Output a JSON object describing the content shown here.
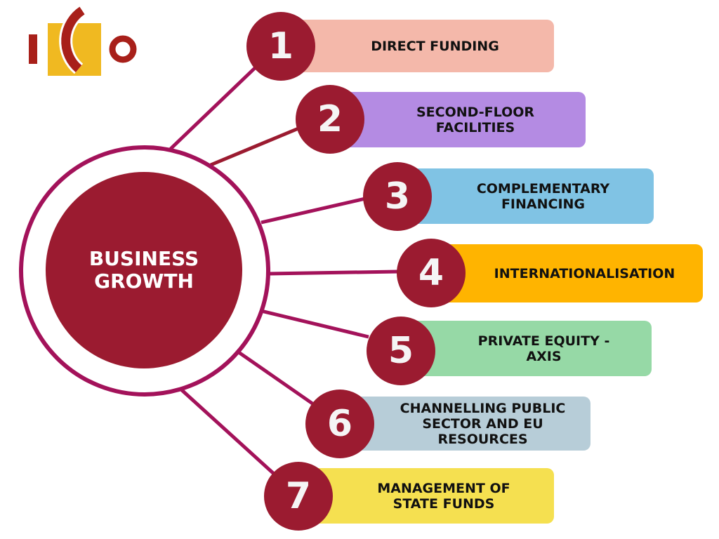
{
  "logo": {
    "text": "ICO",
    "colors": {
      "red": "#a8201a",
      "yellow": "#f0b921"
    }
  },
  "hub": {
    "label": "BUSINESS GROWTH",
    "color": "#9b1b30",
    "ring_color": "#a3125a"
  },
  "items": [
    {
      "number": "1",
      "label": "DIRECT FUNDING",
      "color": "#f4b8aa"
    },
    {
      "number": "2",
      "label": "SECOND-FLOOR FACILITIES",
      "color": "#b48be3"
    },
    {
      "number": "3",
      "label": "COMPLEMENTARY FINANCING",
      "color": "#80c3e4"
    },
    {
      "number": "4",
      "label": "INTERNATIONALISATION",
      "color": "#ffb400"
    },
    {
      "number": "5",
      "label": "PRIVATE EQUITY - AXIS",
      "color": "#96d9a6"
    },
    {
      "number": "6",
      "label": "CHANNELLING PUBLIC SECTOR AND EU RESOURCES",
      "color": "#b7cdd8"
    },
    {
      "number": "7",
      "label": "MANAGEMENT OF STATE FUNDS",
      "color": "#f5e050"
    }
  ]
}
